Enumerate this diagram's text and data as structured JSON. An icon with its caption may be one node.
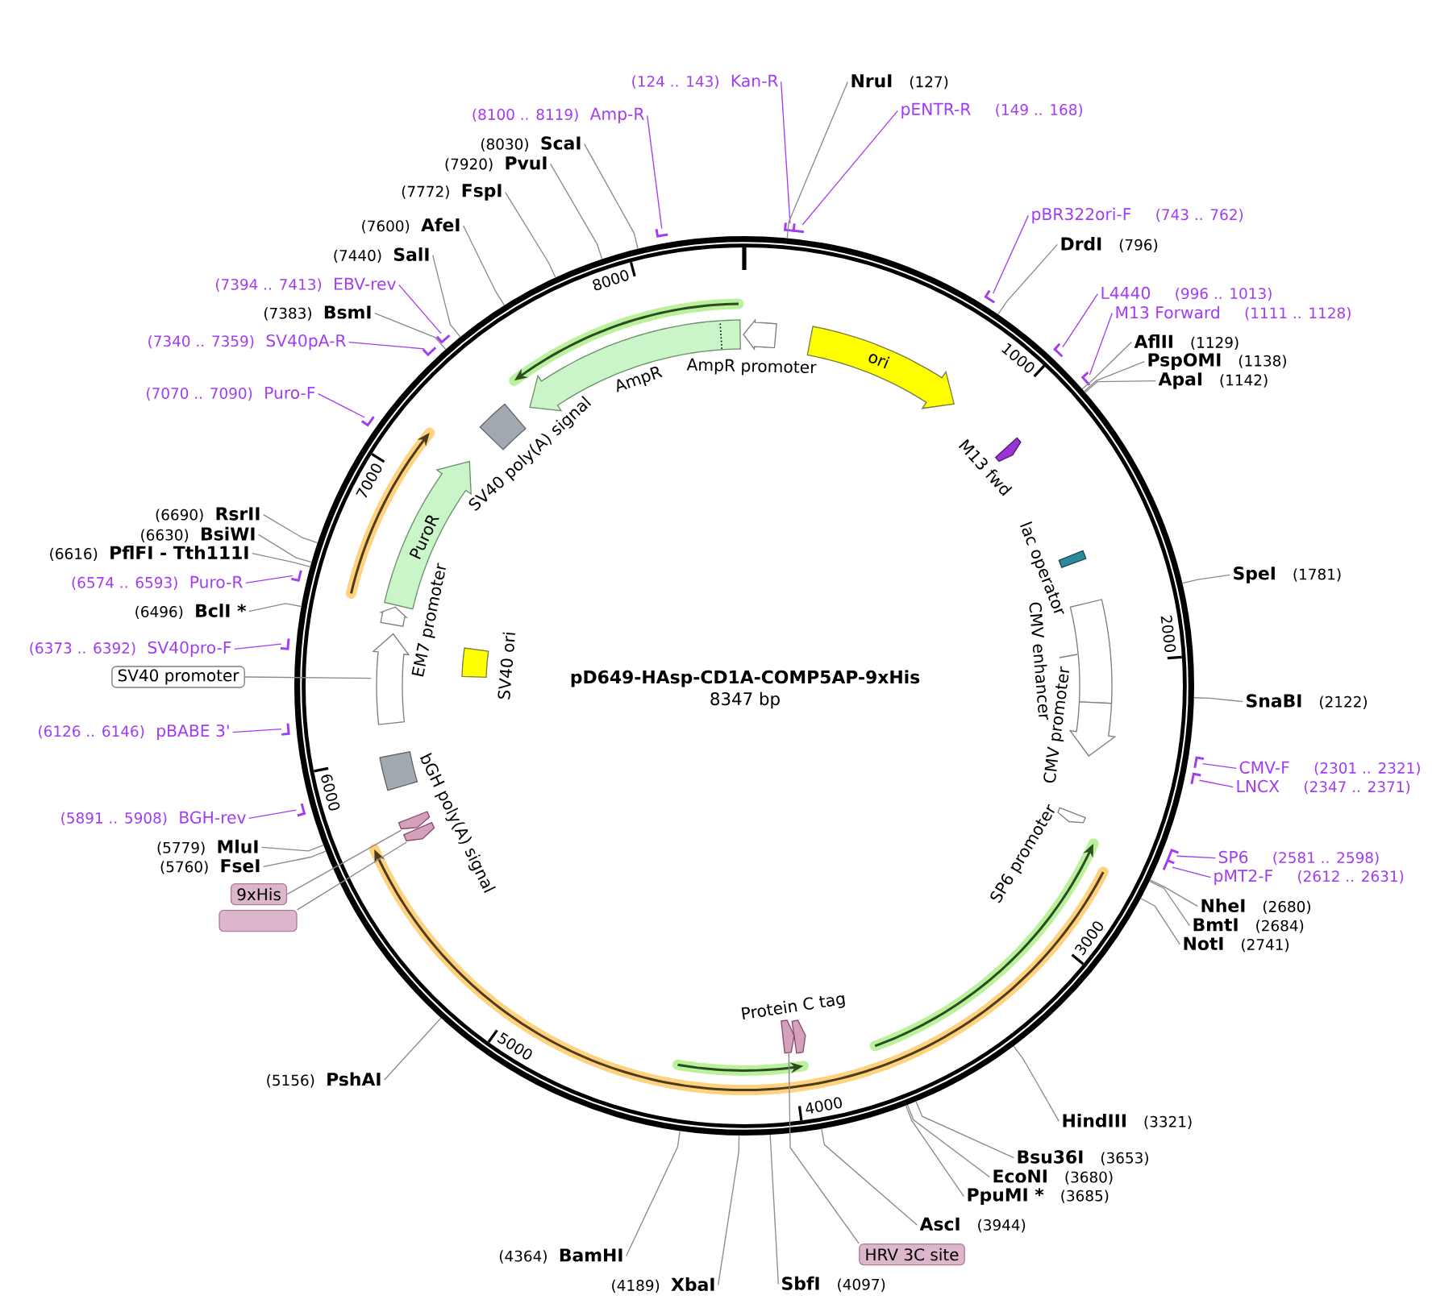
{
  "diagram": {
    "title": "pD649-HAsp-CD1A-COMP5AP-9xHis",
    "nodes": [
      {
        "text": [
          "(124 .. 143)",
          "Kan-R"
        ]
      },
      {
        "text": [
          "NruI",
          "(127)"
        ]
      },
      {
        "text": [
          "pENTR-R",
          "(149 .. 168)"
        ]
      },
      {
        "text": [
          "pBR322ori-F",
          "(743 .. 762)"
        ]
      },
      {
        "text": [
          "DrdI",
          "(796)"
        ]
      },
      {
        "text": [
          "L4440",
          "(996 .. 1013)"
        ]
      },
      {
        "text": [
          "M13 Forward",
          "(1111 .. 1128)"
        ]
      },
      {
        "text": [
          "AflII",
          "(1129)"
        ]
      },
      {
        "text": [
          "PspOMI",
          "(1138)"
        ]
      },
      {
        "text": [
          "ApaI",
          "(1142)"
        ]
      },
      {
        "text": [
          "SpeI",
          "(1781)"
        ]
      },
      {
        "text": [
          "SnaBI",
          "(2122)"
        ]
      },
      {
        "text": [
          "CMV-F",
          "(2301 .. 2321)"
        ]
      },
      {
        "text": [
          "LNCX",
          "(2347 .. 2371)"
        ]
      },
      {
        "text": [
          "SP6",
          "(2581 .. 2598)"
        ]
      },
      {
        "text": [
          "pMT2-F",
          "(2612 .. 2631)"
        ]
      },
      {
        "text": [
          "NheI",
          "(2680)"
        ]
      },
      {
        "text": [
          "BmtI",
          "(2684)"
        ]
      },
      {
        "text": [
          "NotI",
          "(2741)"
        ]
      },
      {
        "text": [
          "HindIII",
          "(3321)"
        ]
      },
      {
        "text": [
          "Bsu36I",
          "(3653)"
        ]
      },
      {
        "text": [
          "EcoNI",
          "(3680)"
        ]
      },
      {
        "text": [
          "PpuMI *",
          "(3685)"
        ]
      },
      {
        "text": [
          "AscI",
          "(3944)"
        ]
      },
      {
        "text": [
          "HRV 3C site"
        ]
      },
      {
        "text": [
          "SbfI",
          "(4097)"
        ]
      },
      {
        "text": [
          "(4189)",
          "XbaI"
        ]
      },
      {
        "text": [
          "(4364)",
          "BamHI"
        ]
      },
      {
        "text": [
          "(5156)",
          "PshAI"
        ]
      },
      {
        "text": [],
        "shape": "box"
      },
      {
        "text": [
          "9xHis"
        ]
      },
      {
        "text": [
          "(5760)",
          "FseI"
        ]
      },
      {
        "text": [
          "(5779)",
          "MluI"
        ]
      },
      {
        "text": [
          "(5891 .. 5908)",
          "BGH-rev"
        ]
      },
      {
        "text": [
          "(6126 .. 6146)",
          "pBABE 3'"
        ]
      },
      {
        "text": [
          "SV40 promoter"
        ]
      },
      {
        "text": [
          "(6373 .. 6392)",
          "SV40pro-F"
        ]
      },
      {
        "text": [
          "(6496)",
          "BclI *"
        ]
      },
      {
        "text": [
          "(6574 .. 6593)",
          "Puro-R"
        ]
      },
      {
        "text": [
          "(6616)",
          "PflFI - Tth111I"
        ]
      },
      {
        "text": [
          "(6630)",
          "BsiWI"
        ]
      },
      {
        "text": [
          "(6690)",
          "RsrII"
        ]
      },
      {
        "text": [
          "(7070 .. 7090)",
          "Puro-F"
        ]
      },
      {
        "text": [
          "(7340 .. 7359)",
          "SV40pA-R"
        ]
      },
      {
        "text": [
          "(7383)",
          "BsmI"
        ]
      },
      {
        "text": [
          "(7394 .. 7413)",
          "EBV-rev"
        ]
      },
      {
        "text": [
          "(7440)",
          "SalI"
        ]
      },
      {
        "text": [
          "(7600)",
          "AfeI"
        ]
      },
      {
        "text": [
          "(7772)",
          "FspI"
        ]
      },
      {
        "text": [
          "(7920)",
          "PvuI"
        ]
      },
      {
        "text": [
          "(8030)",
          "ScaI"
        ]
      },
      {
        "text": [
          "(8100 .. 8119)",
          "Amp-R"
        ]
      },
      {
        "text": [],
        "shape": "circle"
      },
      {
        "text": [
          "AmpR promoter"
        ],
        "in": 52
      },
      {
        "text": [
          "ori"
        ],
        "in": 52
      },
      {
        "text": [
          "M13 fwd"
        ],
        "in": 52
      },
      {
        "text": [
          "lac operator"
        ],
        "in": 52
      },
      {
        "text": [
          "CMV enhancer"
        ],
        "in": 52
      },
      {
        "text": [
          "CMV promoter"
        ],
        "in": 52
      },
      {
        "text": [
          "SP6 promoter"
        ],
        "in": 52
      },
      {
        "text": [
          "Protein C tag"
        ],
        "in": 52
      },
      {
        "text": [],
        "shape": "arrow",
        "in": 52
      },
      {
        "text": [
          "bGH poly(A) signal"
        ],
        "in": 52
      },
      {
        "text": [],
        "shape": "arrow",
        "in": 52
      },
      {
        "text": [],
        "shape": "arrow",
        "in": 52
      },
      {
        "text": [
          "EM7 promoter"
        ],
        "in": 52
      },
      {
        "text": [
          "PuroR"
        ],
        "in": 52
      },
      {
        "text": [],
        "shape": "arrow",
        "in": 52
      },
      {
        "text": [
          "SV40 ori"
        ],
        "in": 52
      },
      {
        "text": [
          "SV40 poly(A) signal"
        ],
        "in": 52
      },
      {
        "text": [
          "AmpR"
        ],
        "in": 52
      },
      {
        "text": [],
        "shape": "bar"
      },
      {
        "text": [],
        "shape": "bar"
      },
      {
        "text": [],
        "shape": "bar"
      },
      {
        "text": [],
        "shape": "bar"
      },
      {
        "text": [],
        "shape": "bar"
      },
      {
        "text": [],
        "shape": "bar"
      },
      {
        "text": [],
        "shape": "bar"
      },
      {
        "text": [],
        "shape": "bar"
      },
      {
        "text": [],
        "shape": "bar"
      },
      {
        "text": [],
        "shape": "bar"
      },
      {
        "text": [],
        "shape": "bar"
      },
      {
        "text": [],
        "shape": "bar"
      },
      {
        "text": [],
        "shape": "bar"
      },
      {
        "text": [],
        "shape": "bar"
      },
      {
        "text": [],
        "shape": "bar"
      },
      {
        "text": [],
        "shape": "bar"
      },
      {
        "text": [],
        "shape": "bar"
      }
    ],
    "edges": [
      {
        "from": 0,
        "to": 71,
        "arrow": "none",
        "color": "#a23cf2"
      },
      {
        "from": 1,
        "to": 52,
        "arrow": "none"
      },
      {
        "from": 2,
        "to": 72,
        "arrow": "none",
        "color": "#a23cf2"
      },
      {
        "from": 3,
        "to": 73,
        "arrow": "none",
        "color": "#a23cf2"
      },
      {
        "from": 4,
        "to": 52,
        "arrow": "none"
      },
      {
        "from": 5,
        "to": 74,
        "arrow": "none",
        "color": "#a23cf2"
      },
      {
        "from": 6,
        "to": 75,
        "arrow": "none",
        "color": "#a23cf2"
      },
      {
        "from": 7,
        "to": 52,
        "arrow": "none"
      },
      {
        "from": 8,
        "to": 52,
        "arrow": "none"
      },
      {
        "from": 9,
        "to": 52,
        "arrow": "none"
      },
      {
        "from": 10,
        "to": 52,
        "arrow": "none"
      },
      {
        "from": 11,
        "to": 52,
        "arrow": "none"
      },
      {
        "from": 12,
        "to": 76,
        "arrow": "none",
        "color": "#a23cf2"
      },
      {
        "from": 13,
        "to": 77,
        "arrow": "none",
        "color": "#a23cf2"
      },
      {
        "from": 14,
        "to": 78,
        "arrow": "none",
        "color": "#a23cf2"
      },
      {
        "from": 15,
        "to": 79,
        "arrow": "none",
        "color": "#a23cf2"
      },
      {
        "from": 16,
        "to": 52,
        "arrow": "none"
      },
      {
        "from": 17,
        "to": 52,
        "arrow": "none"
      },
      {
        "from": 18,
        "to": 52,
        "arrow": "none"
      },
      {
        "from": 19,
        "to": 52,
        "arrow": "none"
      },
      {
        "from": 20,
        "to": 52,
        "arrow": "none"
      },
      {
        "from": 21,
        "to": 52,
        "arrow": "none"
      },
      {
        "from": 22,
        "to": 52,
        "arrow": "none"
      },
      {
        "from": 23,
        "to": 52,
        "arrow": "none"
      },
      {
        "from": 24,
        "to": 61,
        "arrow": "none"
      },
      {
        "from": 25,
        "to": 52,
        "arrow": "none"
      },
      {
        "from": 26,
        "to": 52,
        "arrow": "none"
      },
      {
        "from": 27,
        "to": 52,
        "arrow": "none"
      },
      {
        "from": 28,
        "to": 52,
        "arrow": "none"
      },
      {
        "from": 29,
        "to": 64,
        "arrow": "none"
      },
      {
        "from": 30,
        "to": 63,
        "arrow": "none"
      },
      {
        "from": 31,
        "to": 52,
        "arrow": "none"
      },
      {
        "from": 32,
        "to": 52,
        "arrow": "none"
      },
      {
        "from": 33,
        "to": 80,
        "arrow": "none",
        "color": "#a23cf2"
      },
      {
        "from": 34,
        "to": 81,
        "arrow": "none",
        "color": "#a23cf2"
      },
      {
        "from": 35,
        "to": 67,
        "arrow": "none"
      },
      {
        "from": 36,
        "to": 82,
        "arrow": "none",
        "color": "#a23cf2"
      },
      {
        "from": 37,
        "to": 52,
        "arrow": "none"
      },
      {
        "from": 38,
        "to": 83,
        "arrow": "none",
        "color": "#a23cf2"
      },
      {
        "from": 39,
        "to": 52,
        "arrow": "none"
      },
      {
        "from": 40,
        "to": 52,
        "arrow": "none"
      },
      {
        "from": 41,
        "to": 52,
        "arrow": "none"
      },
      {
        "from": 42,
        "to": 84,
        "arrow": "none",
        "color": "#a23cf2"
      },
      {
        "from": 43,
        "to": 85,
        "arrow": "none",
        "color": "#a23cf2"
      },
      {
        "from": 44,
        "to": 52,
        "arrow": "none"
      },
      {
        "from": 45,
        "to": 86,
        "arrow": "none",
        "color": "#a23cf2"
      },
      {
        "from": 46,
        "to": 52,
        "arrow": "none"
      },
      {
        "from": 47,
        "to": 52,
        "arrow": "none"
      },
      {
        "from": 48,
        "to": 52,
        "arrow": "none"
      },
      {
        "from": 49,
        "to": 52,
        "arrow": "none"
      },
      {
        "from": 50,
        "to": 52,
        "arrow": "none"
      },
      {
        "from": 51,
        "to": 87,
        "arrow": "none",
        "color": "#a23cf2"
      }
    ],
    "labels": [
      "1000",
      "2000",
      "3000",
      "4000",
      "5000",
      "6000",
      "7000",
      "8000",
      "8347 bp"
    ]
  }
}
